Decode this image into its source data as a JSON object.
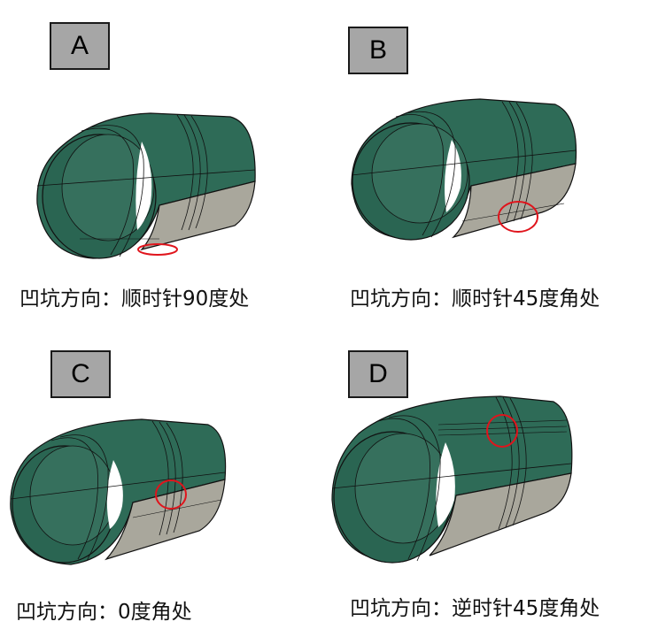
{
  "panels": [
    {
      "id": "A",
      "label": "A",
      "caption": "凹坑方向：顺时针90度处"
    },
    {
      "id": "B",
      "label": "B",
      "caption": "凹坑方向：顺时针45度角处"
    },
    {
      "id": "C",
      "label": "C",
      "caption": "凹坑方向：0度角处"
    },
    {
      "id": "D",
      "label": "D",
      "caption": "凹坑方向：逆时针45度角处"
    }
  ],
  "colors": {
    "shell_green": "#2e6b57",
    "shell_green_light": "#3a7d66",
    "shell_grey": "#a9a79c",
    "edge": "#111111",
    "marker": "#e0141c"
  }
}
